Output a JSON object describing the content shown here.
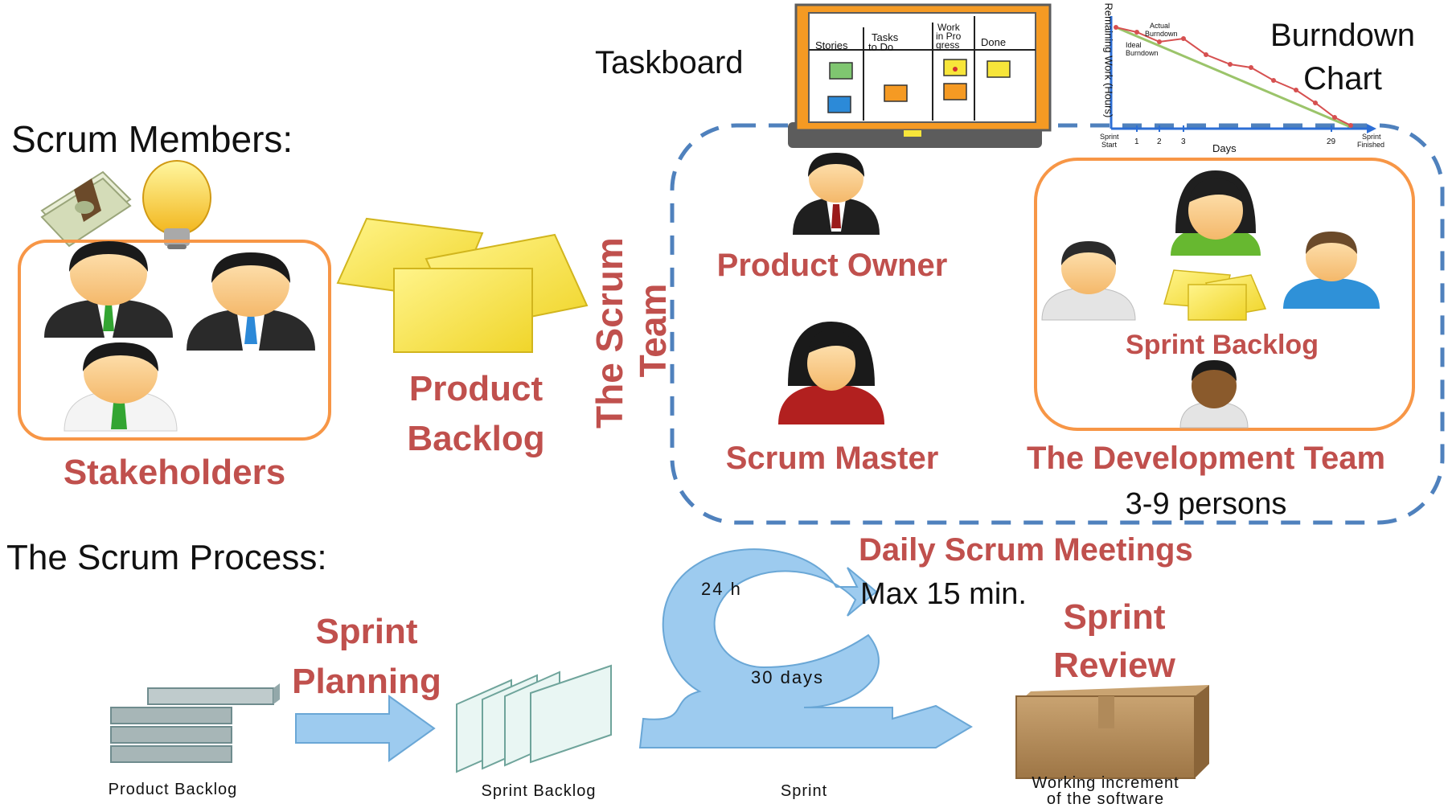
{
  "labels": {
    "scrum_members": "Scrum Members:",
    "stakeholders": "Stakeholders",
    "product_backlog_1": "Product",
    "product_backlog_2": "Backlog",
    "scrum_team_1": "The Scrum",
    "scrum_team_2": "Team",
    "taskboard": "Taskboard",
    "burndown_1": "Burndown",
    "burndown_2": "Chart",
    "product_owner": "Product Owner",
    "scrum_master": "Scrum Master",
    "sprint_backlog": "Sprint Backlog",
    "dev_team": "The Development Team",
    "dev_team_size": "3-9 persons",
    "scrum_process": "The Scrum Process:",
    "daily_scrum": "Daily Scrum Meetings",
    "max_15": "Max 15 min.",
    "sprint_planning_1": "Sprint",
    "sprint_planning_2": "Planning",
    "sprint_review_1": "Sprint",
    "sprint_review_2": "Review",
    "loop_24h": "24 h",
    "loop_30days": "30 days"
  },
  "taskboard": {
    "columns": [
      "Stories",
      "Tasks to Do",
      "Work in Progress",
      "Done"
    ],
    "col_stories": "Stories",
    "col_todo_1": "Tasks",
    "col_todo_2": "to Do",
    "col_wip_1": "Work",
    "col_wip_2": "in Pro",
    "col_wip_3": "gress",
    "col_done": "Done"
  },
  "burndown": {
    "ylabel": "Remaining Work (Hours)",
    "xlabel": "Days",
    "actual": "Actual Burndown",
    "actual_1": "Actual",
    "actual_2": "Burndown",
    "ideal": "Ideal Burndown",
    "ideal_1": "Ideal",
    "ideal_2": "Burndown",
    "sprint_start_1": "Sprint",
    "sprint_start_2": "Start",
    "sprint_finished_1": "Sprint",
    "sprint_finished_2": "Finished",
    "tick_1": "1",
    "tick_2": "2",
    "tick_3": "3",
    "tick_29": "29"
  },
  "process_captions": {
    "product_backlog": "Product Backlog",
    "sprint_backlog": "Sprint Backlog",
    "sprint": "Sprint",
    "increment_1": "Working increment",
    "increment_2": "of the software"
  },
  "colors": {
    "accent_red": "#c0504d",
    "team_border_blue": "#4f81bd",
    "orange_border": "#f79646",
    "arrow_blue": "#9dcbef",
    "sticky_yellow": "#f4e34a"
  }
}
